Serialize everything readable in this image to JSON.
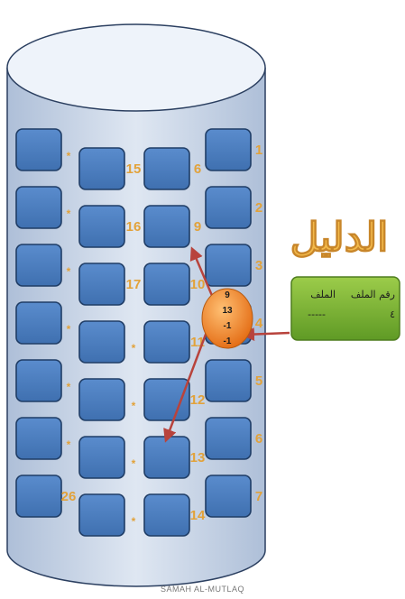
{
  "index_title": "الدليل",
  "file_label": {
    "file_number_text": "رقم الملف",
    "file_text": "الملف",
    "index_value": "٤",
    "blank_value": "-----"
  },
  "pointer_circle": {
    "values": [
      "9",
      "13",
      "-1",
      "-1"
    ]
  },
  "blocks": {
    "col1_labels": [
      "1",
      "2",
      "3",
      "4",
      "5",
      "6",
      "7"
    ],
    "col2_labels": [
      "6",
      "9",
      "10",
      "11",
      "12",
      "13",
      "14"
    ],
    "col3_labels": [
      "15",
      "16",
      "17",
      "*",
      "*",
      "*",
      "*"
    ],
    "col4_labels": [
      "*",
      "*",
      "*",
      "*",
      "*",
      "*",
      "26"
    ]
  },
  "footer": {
    "author": "SAMAH AL-MUTLAQ"
  },
  "colors": {
    "block_fill": "#4f81bd",
    "block_stroke": "#1f3d66",
    "cylinder_fill": "#c7d4e6",
    "label_fill": "#7bb236",
    "circle_fill": "#f08a24",
    "arrow": "#b8433c"
  }
}
